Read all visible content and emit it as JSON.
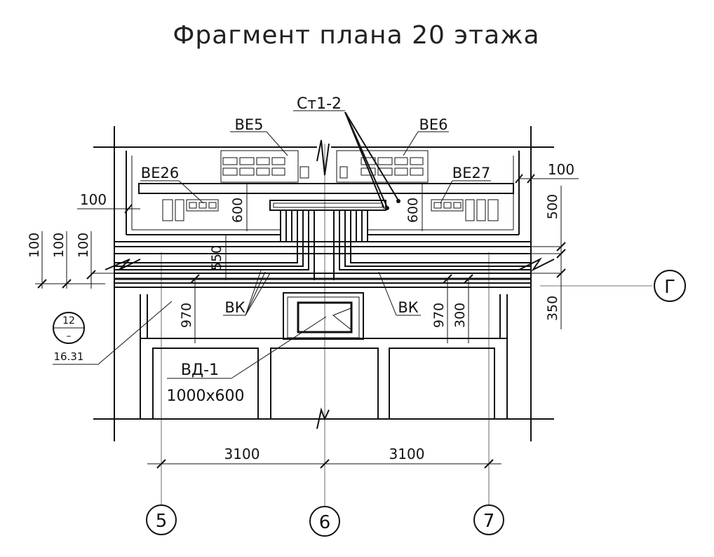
{
  "title": "Фрагмент плана 20 этажа",
  "labels": {
    "st12": "Ст1-2",
    "be5": "ВЕ5",
    "be6": "ВЕ6",
    "be26": "ВЕ26",
    "be27": "ВЕ27",
    "vk_left": "ВК",
    "vk_right": "ВК",
    "vd1": "ВД-1",
    "vd1_size": "1000х600"
  },
  "dimensions": {
    "d100_left": "100",
    "d100_right": "100",
    "d100_a": "100",
    "d100_b": "100",
    "d100_c": "100",
    "d600_left": "600",
    "d600_right": "600",
    "d550": "550",
    "d500": "500",
    "d350": "350",
    "d970_left": "970",
    "d970_right": "970",
    "d300": "300",
    "d3100_left": "3100",
    "d3100_right": "3100"
  },
  "section_mark": {
    "number": "12",
    "sheet": "–",
    "elevation": "16.31"
  },
  "axes": {
    "a5": "5",
    "a6": "6",
    "a7": "7",
    "aG": "Г"
  }
}
